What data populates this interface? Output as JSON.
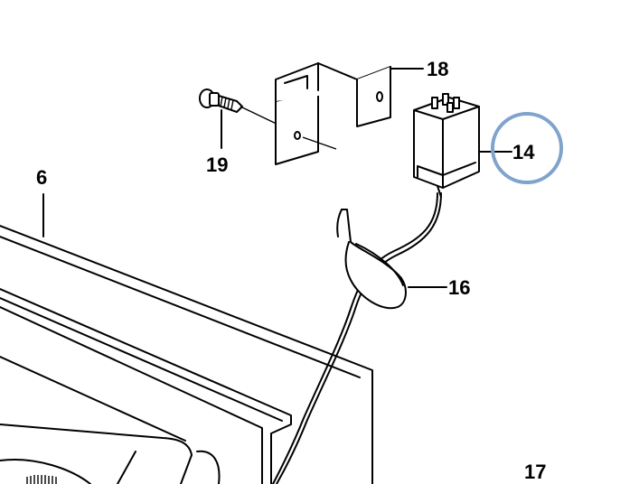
{
  "callouts": {
    "label_6": "6",
    "label_14": "14",
    "label_16": "16",
    "label_17": "17",
    "label_18": "18",
    "label_19": "19"
  },
  "highlight": {
    "target": "14",
    "color": "#7fa3cc"
  }
}
